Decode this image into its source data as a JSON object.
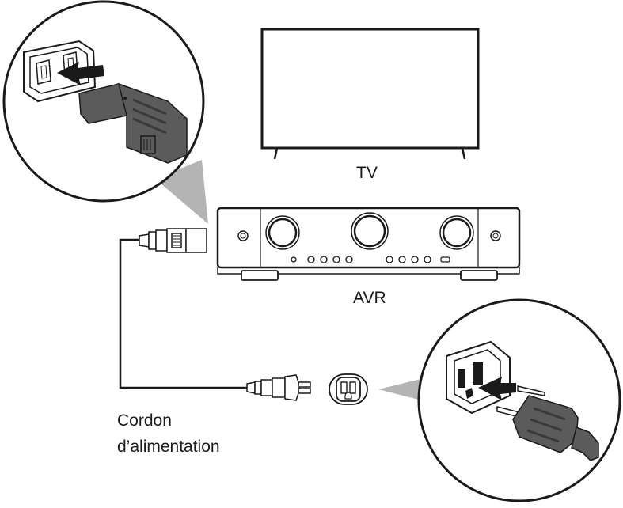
{
  "labels": {
    "tv": "TV",
    "avr": "AVR",
    "cord_line1": "Cordon",
    "cord_line2": "d’alimentation"
  },
  "colors": {
    "outline": "#1a1a1a",
    "plug_fill": "#5b5b5b",
    "plug_dark": "#3a3a3a",
    "callout_gray": "#b4b4b4",
    "arrow": "#1a1a1a"
  },
  "icons": [
    "iec-inlet-closeup",
    "wall-outlet-closeup",
    "tv-screen",
    "avr-receiver",
    "wall-outlet",
    "power-plug",
    "insert-arrow"
  ]
}
